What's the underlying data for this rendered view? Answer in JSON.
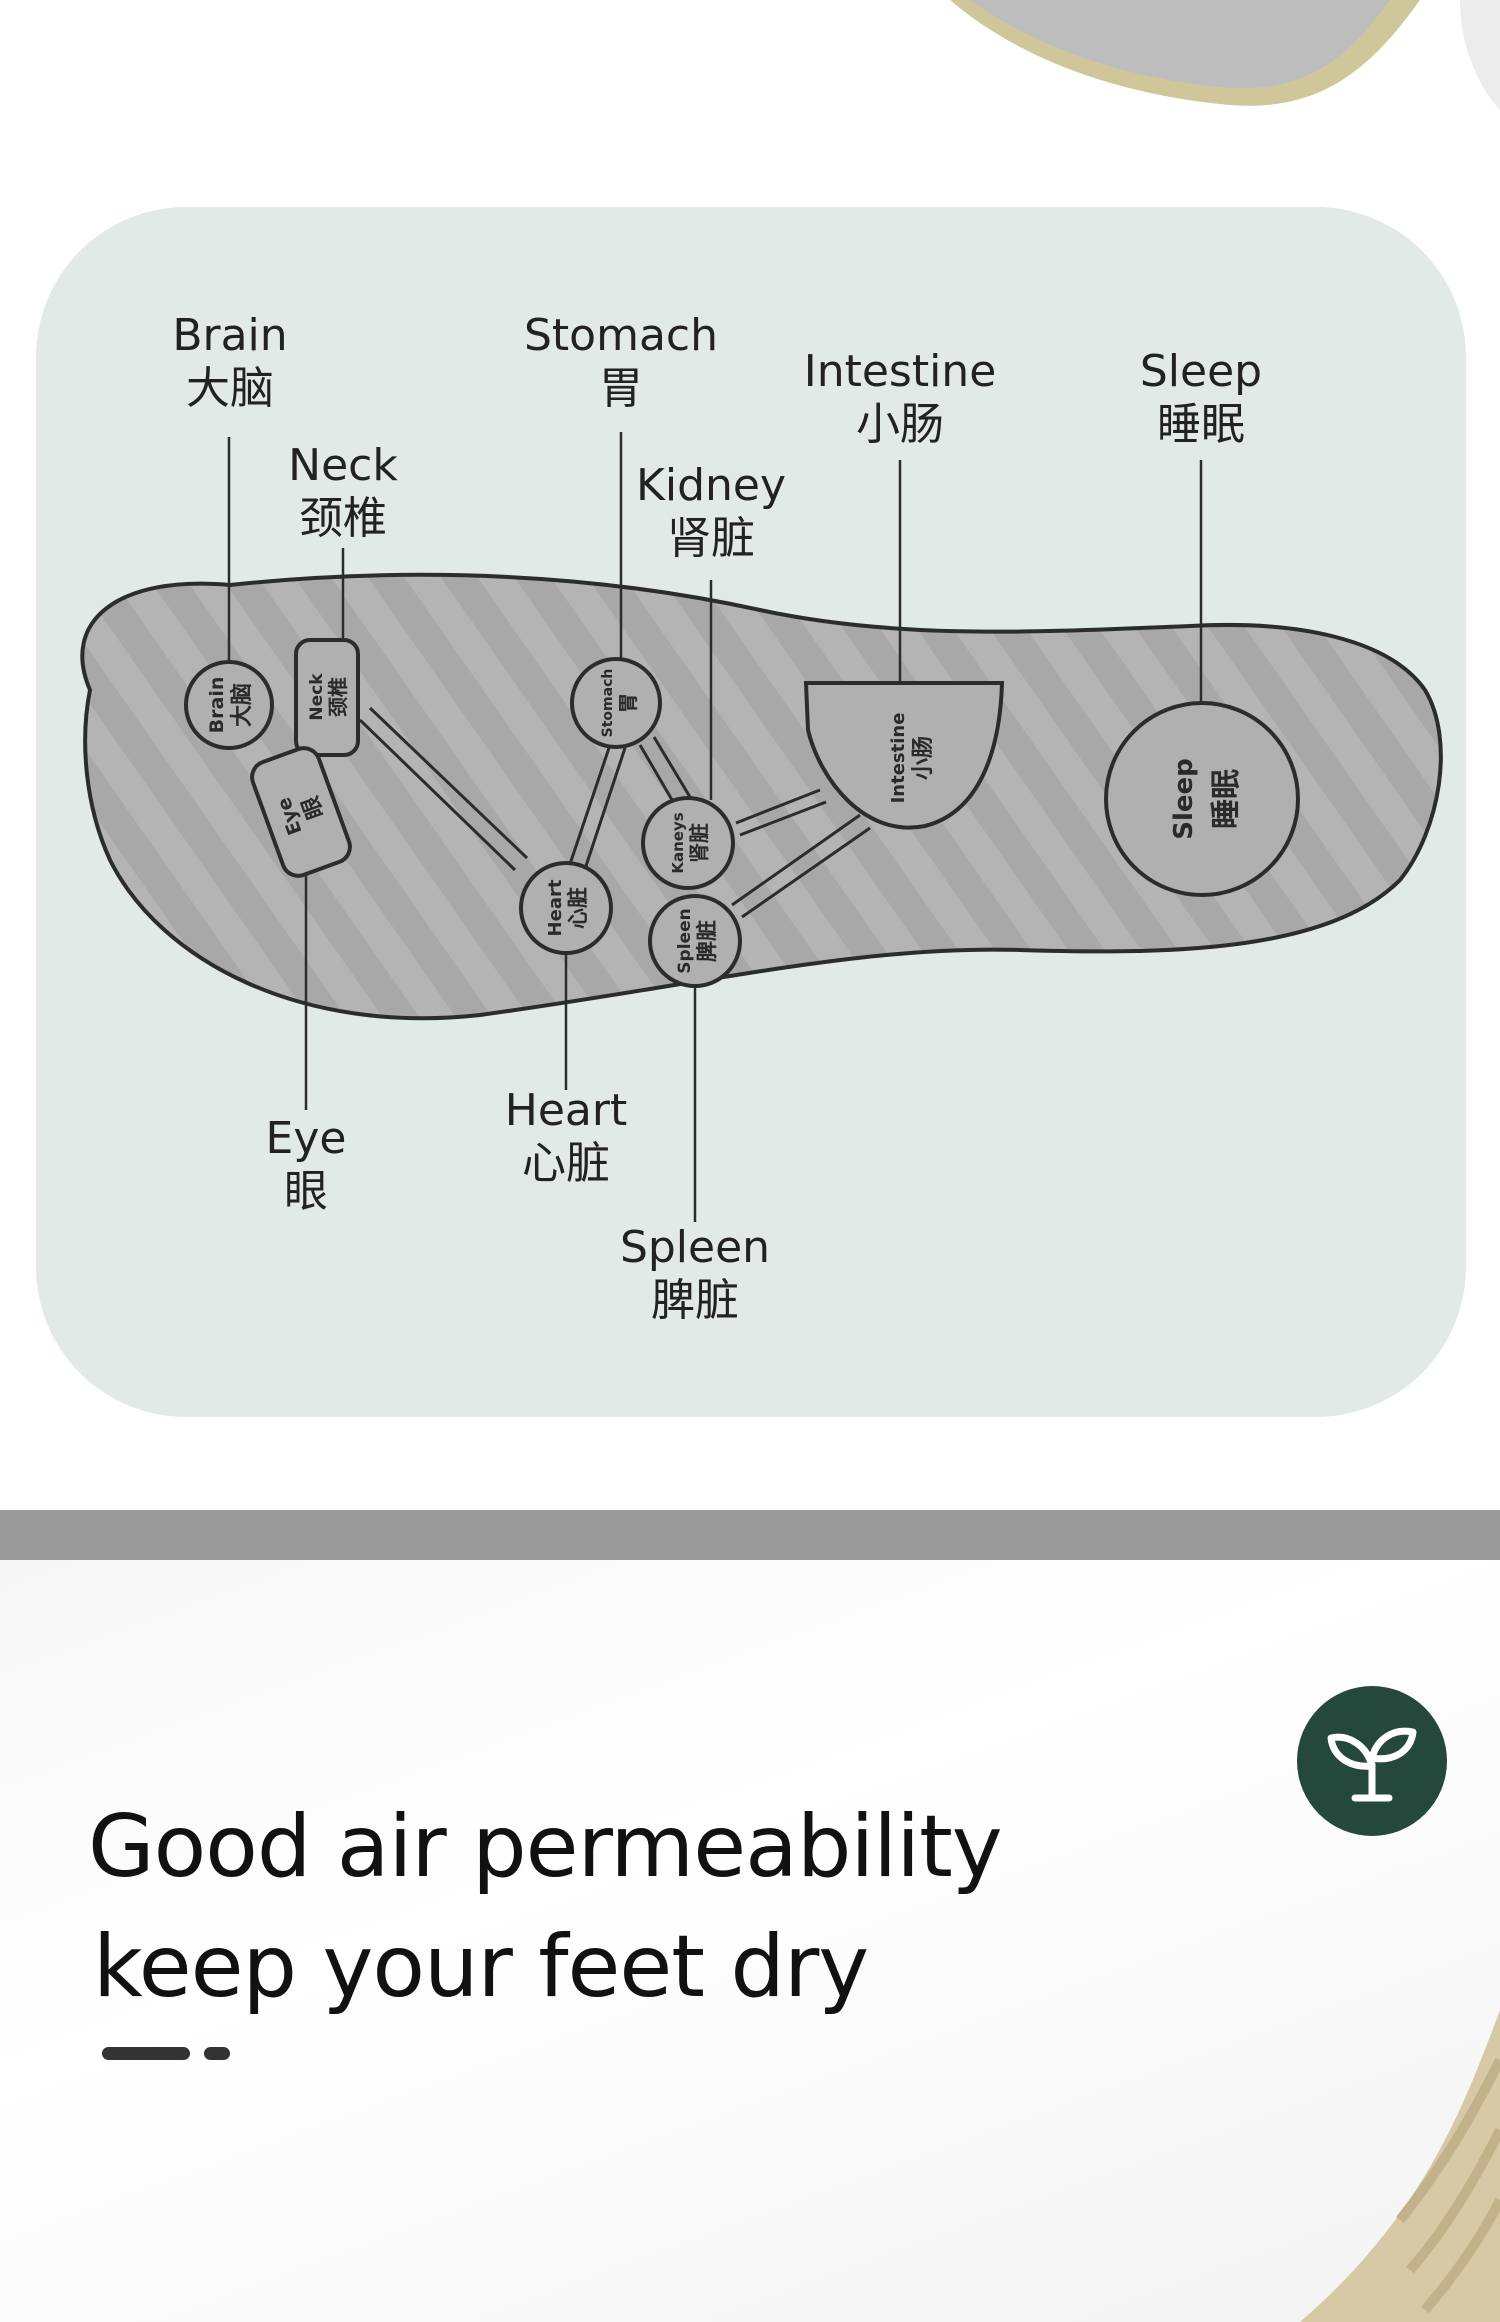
{
  "callouts": [
    {
      "id": "brain",
      "en": "Brain",
      "zh": "大脑"
    },
    {
      "id": "neck",
      "en": "Neck",
      "zh": "颈椎"
    },
    {
      "id": "stomach",
      "en": "Stomach",
      "zh": "胃"
    },
    {
      "id": "kidney",
      "en": "Kidney",
      "zh": "肾脏"
    },
    {
      "id": "intestine",
      "en": "Intestine",
      "zh": "小肠"
    },
    {
      "id": "sleep",
      "en": "Sleep",
      "zh": "睡眠"
    },
    {
      "id": "eye",
      "en": "Eye",
      "zh": "眼"
    },
    {
      "id": "heart",
      "en": "Heart",
      "zh": "心脏"
    },
    {
      "id": "spleen",
      "en": "Spleen",
      "zh": "脾脏"
    }
  ],
  "spots": {
    "brain": {
      "en": "Brain",
      "zh": "大脑"
    },
    "neck": {
      "en": "Neck",
      "zh": "颈椎"
    },
    "eye": {
      "en": "Eye",
      "zh": "眼"
    },
    "stomach": {
      "en": "Stomach",
      "zh": "胃"
    },
    "kidney": {
      "en": "Kaneys",
      "zh": "肾脏"
    },
    "heart": {
      "en": "Heart",
      "zh": "心脏"
    },
    "spleen": {
      "en": "Spleen",
      "zh": "脾脏"
    },
    "intestine": {
      "en": "Intestine",
      "zh": "小肠"
    },
    "sleep": {
      "en": "Sleep",
      "zh": "睡眠"
    }
  },
  "headline": {
    "line1": "Good air permeability",
    "line2": "keep your feet dry"
  },
  "badge": {
    "icon": "sprout-icon"
  },
  "colors": {
    "panel": "#e2eae8",
    "insole": "#a9a9a9",
    "badge": "#24483b",
    "text": "#111111"
  }
}
